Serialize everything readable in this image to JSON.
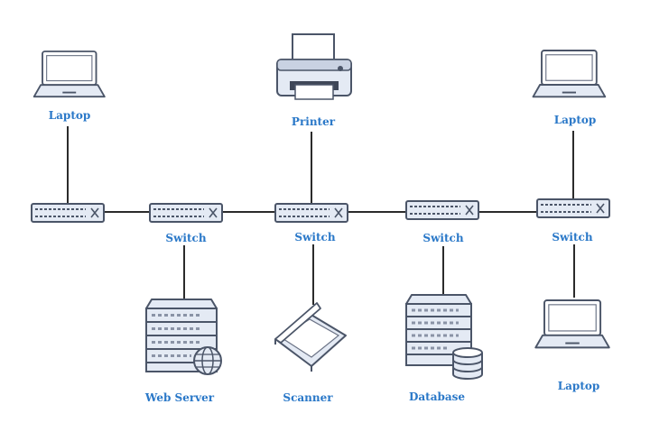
{
  "labels": {
    "laptop_top_left": "Laptop",
    "printer": "Printer",
    "laptop_top_right": "Laptop",
    "switch_2": "Switch",
    "switch_3": "Switch",
    "switch_4": "Switch",
    "switch_5": "Switch",
    "web_server": "Web Server",
    "scanner": "Scanner",
    "database": "Database",
    "laptop_bottom_right": "Laptop"
  },
  "colors": {
    "label": "#2a78c8",
    "line": "#2b2b2b",
    "device_stroke": "#4b5568",
    "device_fill": "#e4eaf4",
    "device_dark": "#3f4758"
  },
  "icons": [
    "laptop-icon",
    "printer-icon",
    "switch-icon",
    "server-icon",
    "globe-icon",
    "scanner-icon",
    "database-icon"
  ]
}
